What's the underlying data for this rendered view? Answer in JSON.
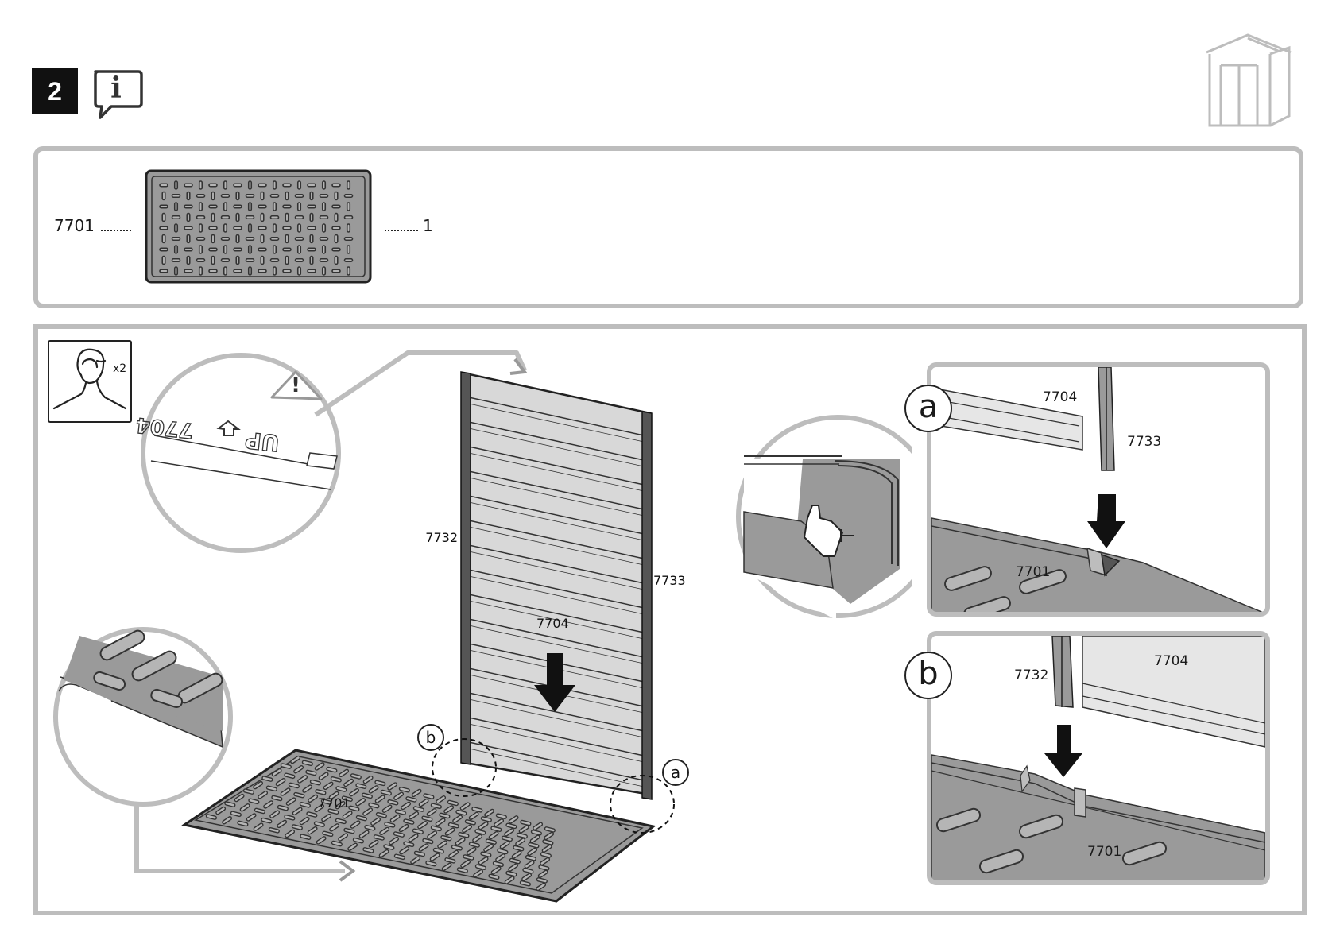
{
  "step": {
    "number": "2"
  },
  "info_icon": {
    "glyph": "i",
    "name": "info-speech-bubble-icon"
  },
  "header_icon": {
    "name": "shed-outline-icon"
  },
  "parts": [
    {
      "part_number": "7701",
      "quantity": "1"
    }
  ],
  "people_required": {
    "label": "x2",
    "name": "two-person-assembly-icon"
  },
  "main_labels": {
    "floor": "7701",
    "wall_panel": "7704",
    "left_profile": "7732",
    "right_profile": "7733",
    "callout_a": "a",
    "callout_b": "b"
  },
  "zoom_stamp": {
    "text_part": "7704",
    "text_up": "UP",
    "warning_glyph": "!"
  },
  "detail_a": {
    "tag": "a",
    "wall_panel": "7704",
    "profile": "7733",
    "floor": "7701"
  },
  "detail_b": {
    "tag": "b",
    "profile": "7732",
    "wall_panel": "7704",
    "floor": "7701"
  },
  "colors": {
    "panel_border": "#bdbdbd",
    "part_fill": "#9a9a9a",
    "step_box": "#111111"
  }
}
